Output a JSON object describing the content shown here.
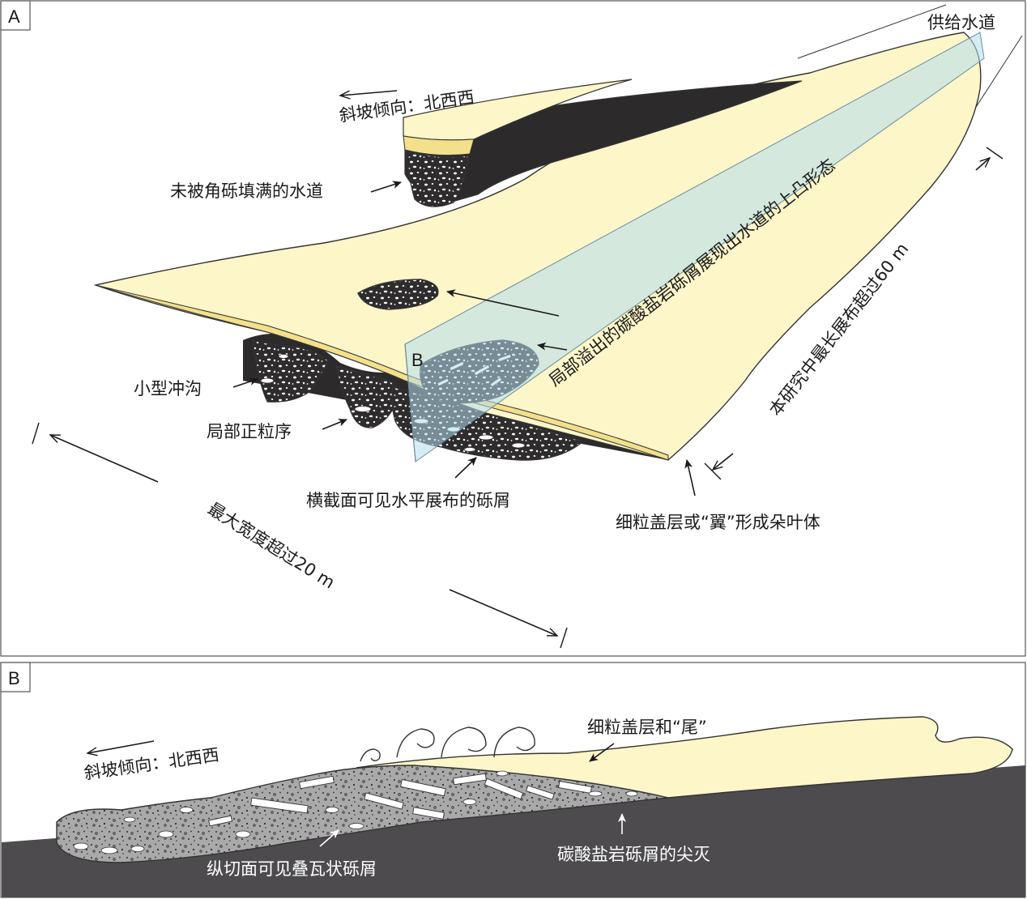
{
  "panels": [
    {
      "tag": "A"
    },
    {
      "tag": "B"
    }
  ],
  "panel_a": {
    "section_tag": "B",
    "labels": {
      "slope": "斜坡倾向：北西西",
      "unfilled_channel": "未被角砾填满的水道",
      "feeder_channel": "供给水道",
      "small_gully": "小型冲沟",
      "normal_grading": "局部正粒序",
      "horizontal_clasts": "横截面可见水平展布的砾屑",
      "cap_wings": "细粒盖层或“翼”形成朵叶体",
      "max_width": "最大宽度超过20 m",
      "max_length": "本研究中最长展布超过60 m",
      "overflow": "局部溢出的碳酸盐岩砾屑展现出水道的上凸形态"
    }
  },
  "panel_b": {
    "labels": {
      "slope": "斜坡倾向：北西西",
      "cap_tail": "细粒盖层和“尾”",
      "imbricated": "纵切面可见叠瓦状砾屑",
      "pinchout": "碳酸盐岩砾屑的尖灭"
    }
  },
  "colors": {
    "sand": "#fcf6c9",
    "sand_dark": "#f3e08a",
    "dark_fill": "#2d2a2c",
    "grey_fill": "#a9a9a9",
    "ground": "#4d4b4e",
    "plane": "#b4dcec"
  }
}
